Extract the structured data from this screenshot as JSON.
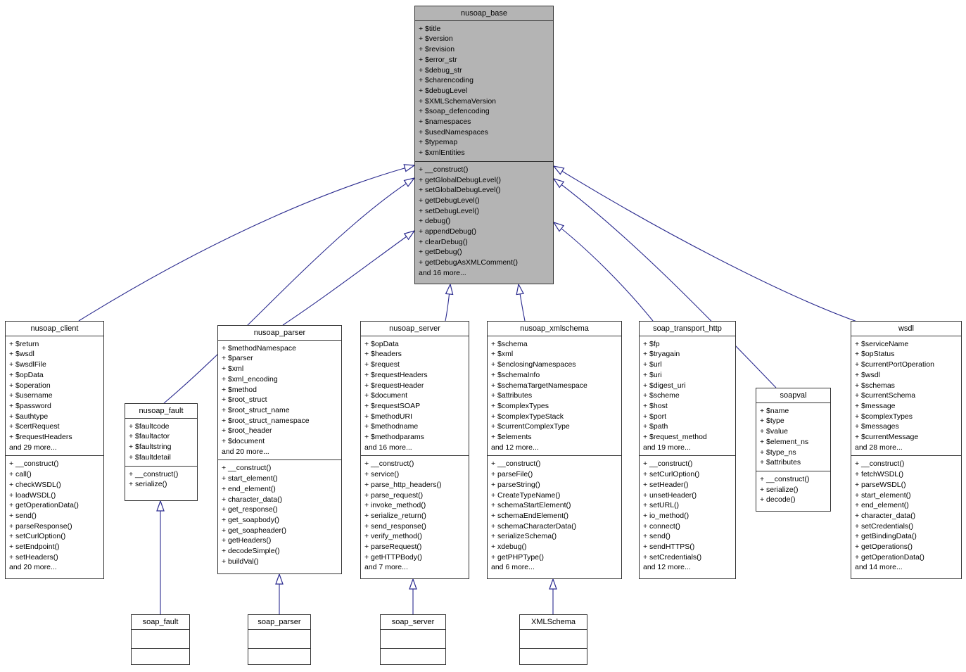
{
  "colors": {
    "base_node_fill": "#b4b4b4",
    "node_fill": "#ffffff",
    "node_border": "#343434",
    "edge_color": "#2b2b8f",
    "background": "#ffffff"
  },
  "diagram": {
    "type": "uml-class-inheritance-diagram"
  },
  "classes": [
    {
      "name": "nusoap_base",
      "attributes": [
        "+ $title",
        "+ $version",
        "+ $revision",
        "+ $error_str",
        "+ $debug_str",
        "+ $charencoding",
        "+ $debugLevel",
        "+ $XMLSchemaVersion",
        "+ $soap_defencoding",
        "+ $namespaces",
        "+ $usedNamespaces",
        "+ $typemap",
        "+ $xmlEntities"
      ],
      "methods": [
        "+ __construct()",
        "+ getGlobalDebugLevel()",
        "+ setGlobalDebugLevel()",
        "+ getDebugLevel()",
        "+ setDebugLevel()",
        "+ debug()",
        "+ appendDebug()",
        "+ clearDebug()",
        "+ getDebug()",
        "+ getDebugAsXMLComment()",
        "and 16 more..."
      ]
    },
    {
      "name": "nusoap_client",
      "attributes": [
        "+ $return",
        "+ $wsdl",
        "+ $wsdlFile",
        "+ $opData",
        "+ $operation",
        "+ $username",
        "+ $password",
        "+ $authtype",
        "+ $certRequest",
        "+ $requestHeaders",
        "and 29 more..."
      ],
      "methods": [
        "+ __construct()",
        "+ call()",
        "+ checkWSDL()",
        "+ loadWSDL()",
        "+ getOperationData()",
        "+ send()",
        "+ parseResponse()",
        "+ setCurlOption()",
        "+ setEndpoint()",
        "+ setHeaders()",
        "and 20 more..."
      ]
    },
    {
      "name": "nusoap_fault",
      "attributes": [
        "+ $faultcode",
        "+ $faultactor",
        "+ $faultstring",
        "+ $faultdetail"
      ],
      "methods": [
        "+ __construct()",
        "+ serialize()"
      ]
    },
    {
      "name": "nusoap_parser",
      "attributes": [
        "+ $methodNamespace",
        "+ $parser",
        "+ $xml",
        "+ $xml_encoding",
        "+ $method",
        "+ $root_struct",
        "+ $root_struct_name",
        "+ $root_struct_namespace",
        "+ $root_header",
        "+ $document",
        "and 20 more..."
      ],
      "methods": [
        "+ __construct()",
        "+ start_element()",
        "+ end_element()",
        "+ character_data()",
        "+ get_response()",
        "+ get_soapbody()",
        "+ get_soapheader()",
        "+ getHeaders()",
        "+ decodeSimple()",
        "+ buildVal()"
      ]
    },
    {
      "name": "nusoap_server",
      "attributes": [
        "+ $opData",
        "+ $headers",
        "+ $request",
        "+ $requestHeaders",
        "+ $requestHeader",
        "+ $document",
        "+ $requestSOAP",
        "+ $methodURI",
        "+ $methodname",
        "+ $methodparams",
        "and 16 more..."
      ],
      "methods": [
        "+ __construct()",
        "+ service()",
        "+ parse_http_headers()",
        "+ parse_request()",
        "+ invoke_method()",
        "+ serialize_return()",
        "+ send_response()",
        "+ verify_method()",
        "+ parseRequest()",
        "+ getHTTPBody()",
        "and 7 more..."
      ]
    },
    {
      "name": "nusoap_xmlschema",
      "attributes": [
        "+ $schema",
        "+ $xml",
        "+ $enclosingNamespaces",
        "+ $schemaInfo",
        "+ $schemaTargetNamespace",
        "+ $attributes",
        "+ $complexTypes",
        "+ $complexTypeStack",
        "+ $currentComplexType",
        "+ $elements",
        "and 12 more..."
      ],
      "methods": [
        "+ __construct()",
        "+ parseFile()",
        "+ parseString()",
        "+ CreateTypeName()",
        "+ schemaStartElement()",
        "+ schemaEndElement()",
        "+ schemaCharacterData()",
        "+ serializeSchema()",
        "+ xdebug()",
        "+ getPHPType()",
        "and 6 more..."
      ]
    },
    {
      "name": "soap_transport_http",
      "attributes": [
        "+ $fp",
        "+ $tryagain",
        "+ $url",
        "+ $uri",
        "+ $digest_uri",
        "+ $scheme",
        "+ $host",
        "+ $port",
        "+ $path",
        "+ $request_method",
        "and 19 more..."
      ],
      "methods": [
        "+ __construct()",
        "+ setCurlOption()",
        "+ setHeader()",
        "+ unsetHeader()",
        "+ setURL()",
        "+ io_method()",
        "+ connect()",
        "+ send()",
        "+ sendHTTPS()",
        "+ setCredentials()",
        "and 12 more..."
      ]
    },
    {
      "name": "soapval",
      "attributes": [
        "+ $name",
        "+ $type",
        "+ $value",
        "+ $element_ns",
        "+ $type_ns",
        "+ $attributes"
      ],
      "methods": [
        "+ __construct()",
        "+ serialize()",
        "+ decode()"
      ]
    },
    {
      "name": "wsdl",
      "attributes": [
        "+ $serviceName",
        "+ $opStatus",
        "+ $currentPortOperation",
        "+ $wsdl",
        "+ $schemas",
        "+ $currentSchema",
        "+ $message",
        "+ $complexTypes",
        "+ $messages",
        "+ $currentMessage",
        "and 28 more..."
      ],
      "methods": [
        "+ __construct()",
        "+ fetchWSDL()",
        "+ parseWSDL()",
        "+ start_element()",
        "+ end_element()",
        "+ character_data()",
        "+ setCredentials()",
        "+ getBindingData()",
        "+ getOperations()",
        "+ getOperationData()",
        "and 14 more..."
      ]
    },
    {
      "name": "soap_fault",
      "attributes": [],
      "methods": []
    },
    {
      "name": "soap_parser",
      "attributes": [],
      "methods": []
    },
    {
      "name": "soap_server",
      "attributes": [],
      "methods": []
    },
    {
      "name": "XMLSchema",
      "attributes": [],
      "methods": []
    }
  ],
  "edges": [
    {
      "from": "nusoap_client",
      "to": "nusoap_base",
      "type": "inheritance"
    },
    {
      "from": "nusoap_fault",
      "to": "nusoap_base",
      "type": "inheritance"
    },
    {
      "from": "nusoap_parser",
      "to": "nusoap_base",
      "type": "inheritance"
    },
    {
      "from": "nusoap_server",
      "to": "nusoap_base",
      "type": "inheritance"
    },
    {
      "from": "nusoap_xmlschema",
      "to": "nusoap_base",
      "type": "inheritance"
    },
    {
      "from": "soap_transport_http",
      "to": "nusoap_base",
      "type": "inheritance"
    },
    {
      "from": "soapval",
      "to": "nusoap_base",
      "type": "inheritance"
    },
    {
      "from": "wsdl",
      "to": "nusoap_base",
      "type": "inheritance"
    },
    {
      "from": "soap_fault",
      "to": "nusoap_fault",
      "type": "inheritance"
    },
    {
      "from": "soap_parser",
      "to": "nusoap_parser",
      "type": "inheritance"
    },
    {
      "from": "soap_server",
      "to": "nusoap_server",
      "type": "inheritance"
    },
    {
      "from": "XMLSchema",
      "to": "nusoap_xmlschema",
      "type": "inheritance"
    }
  ]
}
